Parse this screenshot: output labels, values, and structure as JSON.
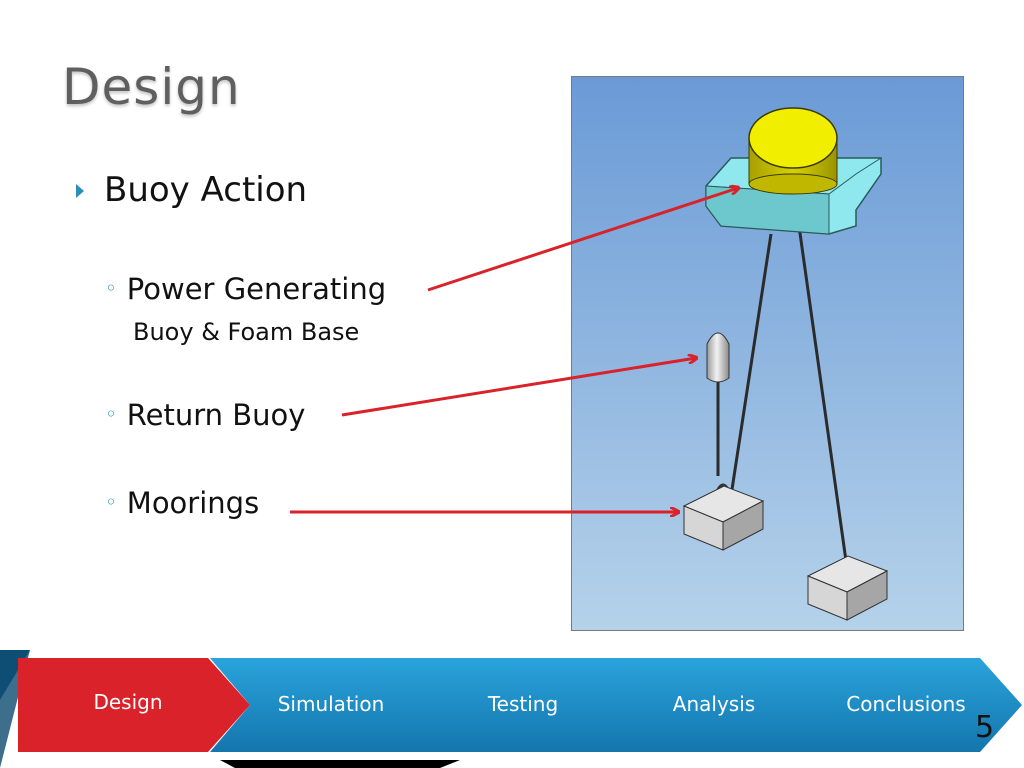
{
  "slide": {
    "title": "Design",
    "page_number": "5"
  },
  "bullets": {
    "level1": "Buoy Action",
    "items": [
      {
        "label": "Power Generating",
        "sublabel": "Buoy & Foam Base"
      },
      {
        "label": "Return Buoy"
      },
      {
        "label": "Moorings"
      }
    ]
  },
  "nav": {
    "tabs": [
      {
        "label": "Design",
        "active": true
      },
      {
        "label": "Simulation",
        "active": false
      },
      {
        "label": "Testing",
        "active": false
      },
      {
        "label": "Analysis",
        "active": false
      },
      {
        "label": "Conclusions",
        "active": false
      }
    ]
  },
  "colors": {
    "accent_red": "#d9222a",
    "accent_blue": "#1f8cc4",
    "bullet_blue": "#2a8fb8",
    "water_top": "#6a9ad6",
    "water_bottom": "#b5d2ea",
    "buoy_yellow": "#e8e000",
    "foam_cyan": "#8ee8ee"
  }
}
